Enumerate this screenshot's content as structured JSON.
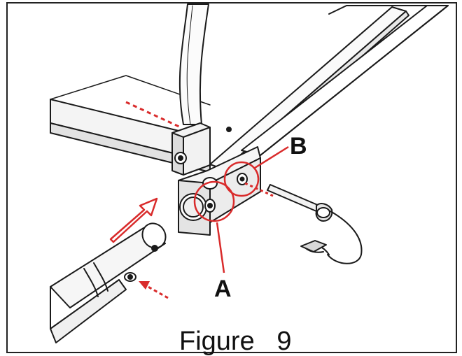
{
  "figure": {
    "caption": "Figure   9"
  },
  "callouts": [
    {
      "label": "A"
    },
    {
      "label": "B"
    }
  ],
  "colors": {
    "ink": "#1a1a1a",
    "accent_red": "#d92b2b",
    "background": "#ffffff"
  },
  "icons": {
    "insert_arrow": "hollow-red-arrow-icon",
    "push_arrow": "dotted-red-arrow-icon"
  }
}
